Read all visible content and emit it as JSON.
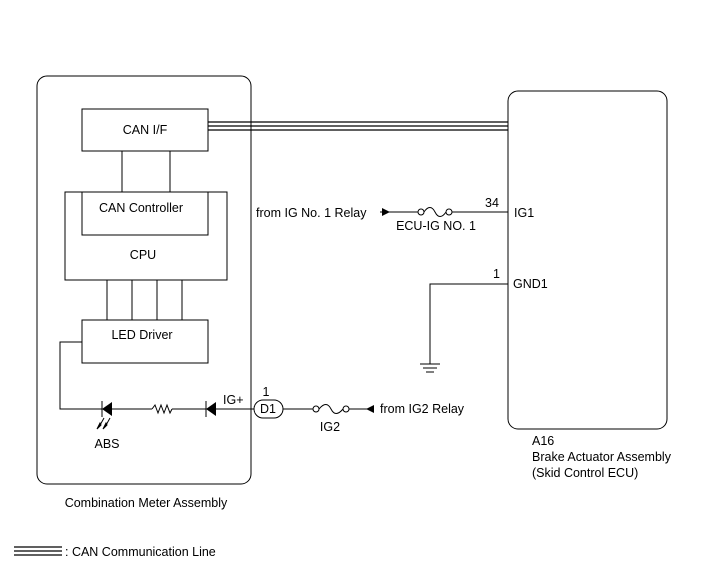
{
  "combination_meter": {
    "title": "Combination Meter Assembly",
    "can_if": "CAN I/F",
    "can_controller": "CAN Controller",
    "cpu": "CPU",
    "led_driver": "LED Driver",
    "abs_label": "ABS",
    "ig_terminal": "IG+",
    "connector": "D1",
    "connector_pin": "1"
  },
  "brake_actuator": {
    "code": "A16",
    "name": "Brake Actuator Assembly",
    "sub": "(Skid Control ECU)",
    "ig1_pin": "34",
    "ig1_label": "IG1",
    "gnd1_pin": "1",
    "gnd1_label": "GND1"
  },
  "ig1_supply": {
    "source": "from IG No. 1 Relay",
    "fuse": "ECU-IG NO. 1"
  },
  "ig2_supply": {
    "source": "from IG2 Relay",
    "fuse": "IG2"
  },
  "legend": {
    "can_line": ": CAN Communication Line"
  }
}
